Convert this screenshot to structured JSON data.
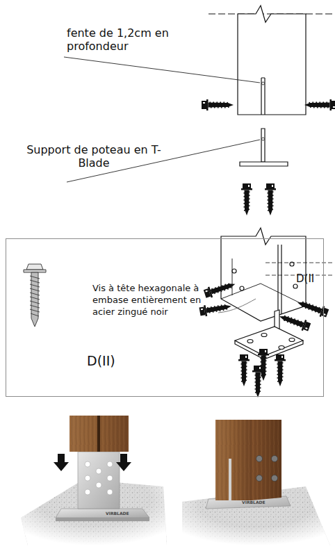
{
  "diagram": {
    "nodes": [
      {
        "text": [
          "Vis à tête hexagonale à embase entièrement en acier zingué noir",
          "D(II)"
        ]
      }
    ],
    "labels": [
      "fente de 1,2cm en profondeur",
      "Support de poteau en T-Blade",
      "D(II",
      "VIRBLADE",
      "VIRBLADE"
    ]
  }
}
